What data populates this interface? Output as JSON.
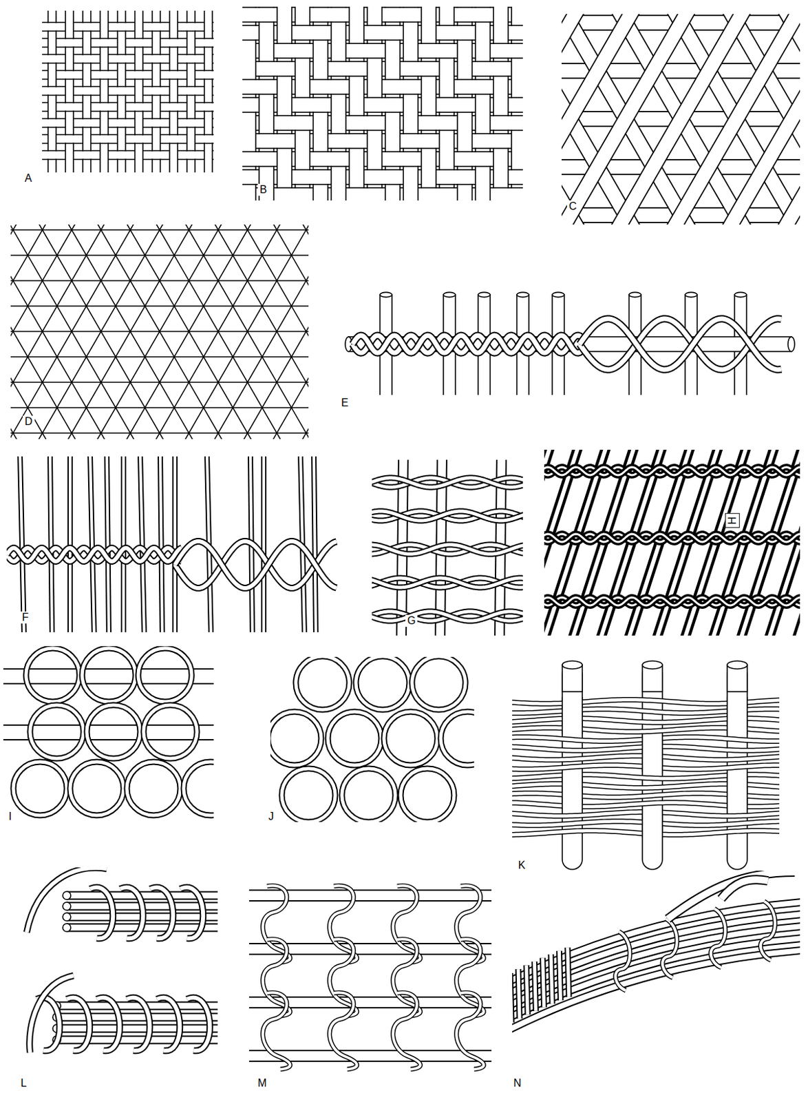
{
  "diagram": {
    "labels": [
      "A",
      "B",
      "C",
      "D",
      "E",
      "F",
      "G",
      "H",
      "I",
      "J",
      "K",
      "L",
      "M",
      "N"
    ]
  }
}
